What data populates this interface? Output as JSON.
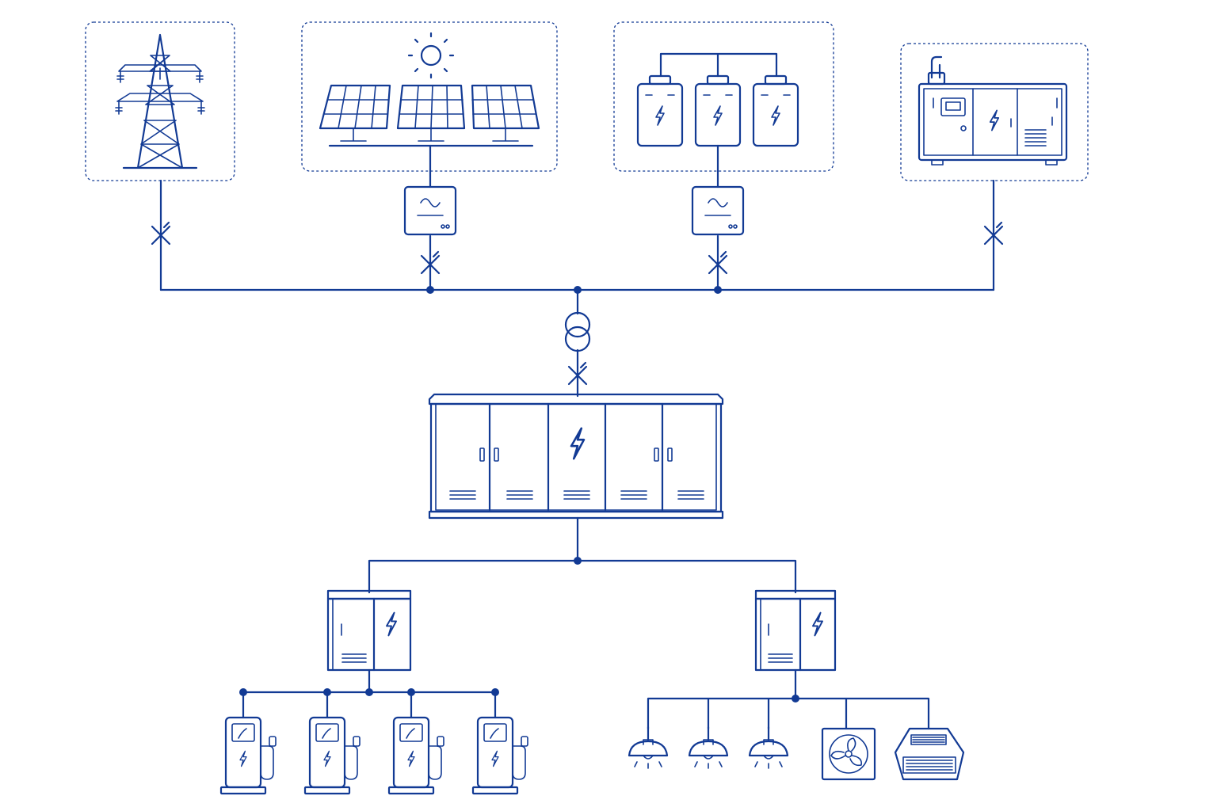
{
  "colors": {
    "line": "#123a94",
    "background": "#ffffff"
  },
  "sources": [
    {
      "id": "grid",
      "icon": "transmission-tower-icon"
    },
    {
      "id": "solar",
      "icon": "solar-panels-icon",
      "converter": "inverter-icon"
    },
    {
      "id": "storage",
      "icon": "battery-bank-icon",
      "converter": "inverter-icon"
    },
    {
      "id": "generator",
      "icon": "diesel-generator-icon"
    }
  ],
  "main": {
    "transformer": "transformer-icon",
    "cabinet": "main-switchgear-icon"
  },
  "branches": [
    {
      "id": "ev",
      "panel": "distribution-panel-icon",
      "loads": [
        "ev-charger-icon",
        "ev-charger-icon",
        "ev-charger-icon",
        "ev-charger-icon"
      ]
    },
    {
      "id": "building",
      "panel": "distribution-panel-icon",
      "loads": [
        "ceiling-lamp-icon",
        "ceiling-lamp-icon",
        "ceiling-lamp-icon",
        "exhaust-fan-icon",
        "cassette-ac-icon"
      ]
    }
  ]
}
